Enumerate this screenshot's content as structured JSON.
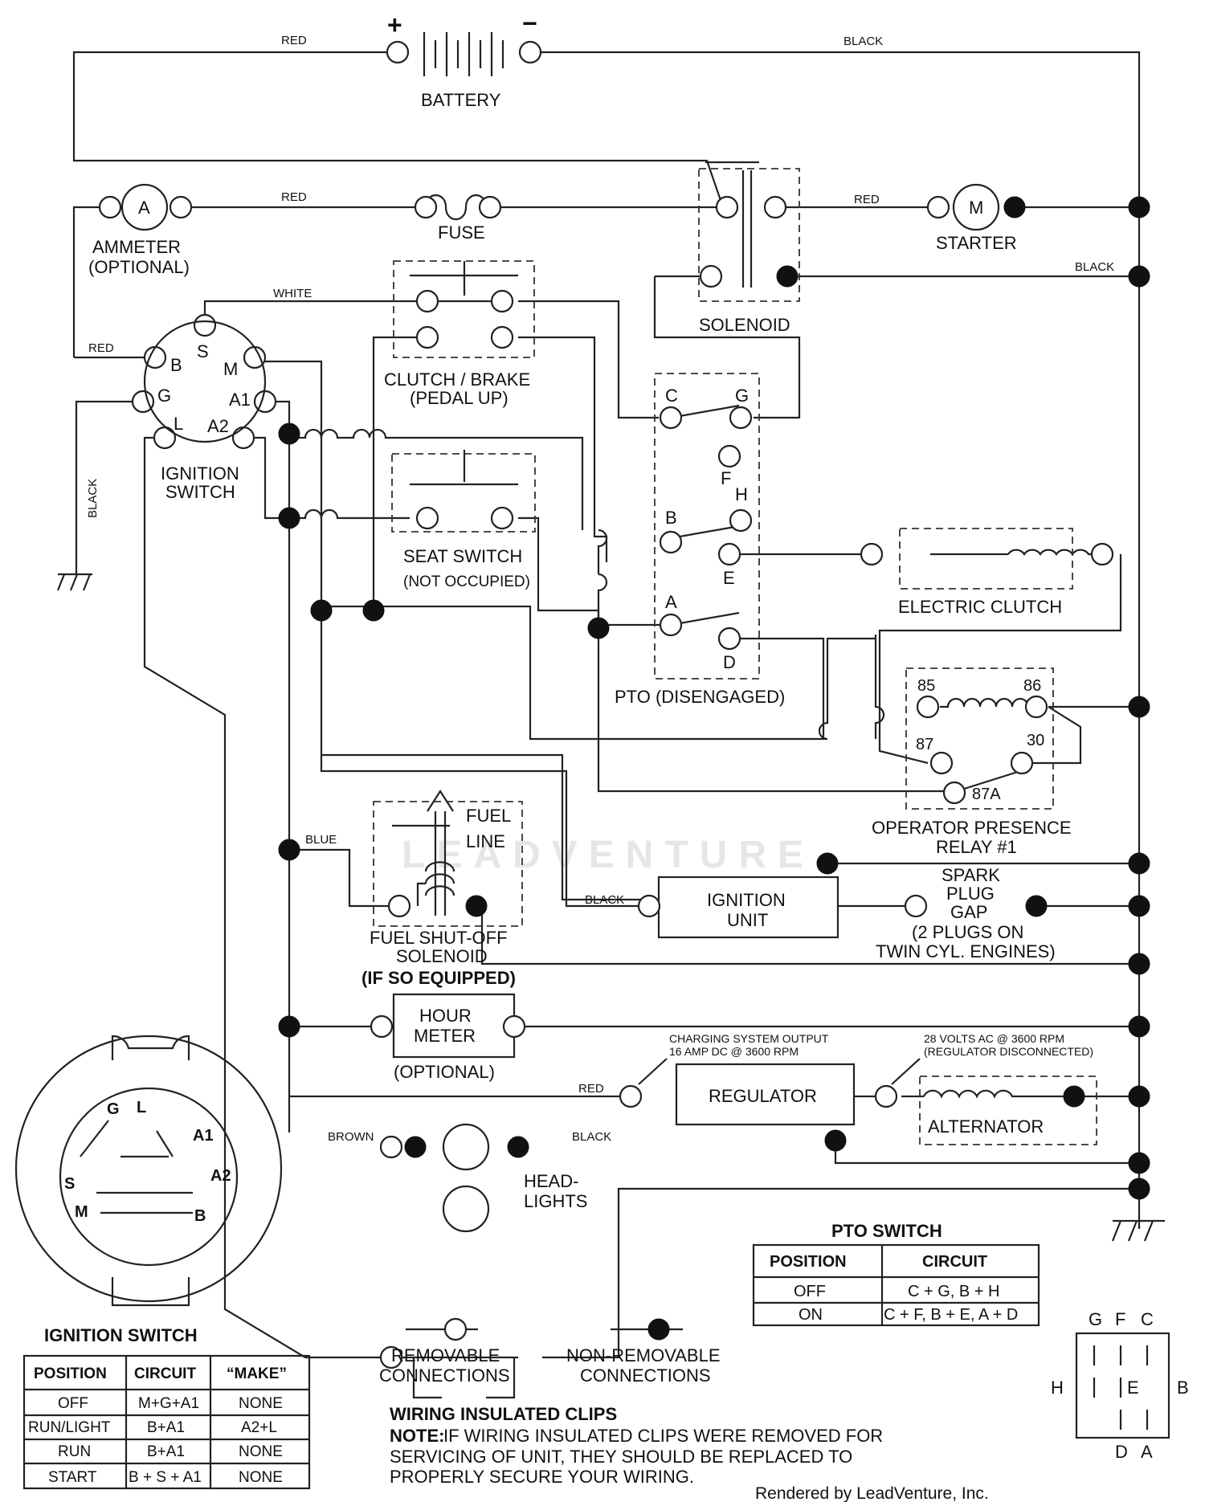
{
  "components": {
    "battery": "BATTERY",
    "battery_plus": "+",
    "battery_minus": "−",
    "ammeter_symbol": "A",
    "ammeter": [
      "AMMETER",
      "(OPTIONAL)"
    ],
    "fuse": "FUSE",
    "starter_symbol": "M",
    "starter": "STARTER",
    "solenoid": "SOLENOID",
    "clutch_brake": [
      "CLUTCH / BRAKE",
      "(PEDAL UP)"
    ],
    "ignition_switch_label": [
      "IGNITION",
      "SWITCH"
    ],
    "ign_terminals": [
      "S",
      "B",
      "M",
      "G",
      "A1",
      "L",
      "A2"
    ],
    "seat_switch": "SEAT SWITCH",
    "seat_switch_sub": "(NOT OCCUPIED)",
    "pto_terminals": [
      "C",
      "G",
      "F",
      "H",
      "B",
      "E",
      "A",
      "D"
    ],
    "pto": "PTO (DISENGAGED)",
    "electric_clutch": "ELECTRIC CLUTCH",
    "relay_terminals": [
      "85",
      "86",
      "87",
      "30",
      "87A"
    ],
    "relay": [
      "OPERATOR PRESENCE",
      "RELAY #1"
    ],
    "fuel_line": [
      "FUEL",
      "LINE"
    ],
    "fuel_solenoid": [
      "FUEL SHUT-OFF",
      "SOLENOID"
    ],
    "fuel_solenoid_note": "(IF SO EQUIPPED)",
    "ignition_unit": [
      "IGNITION",
      "UNIT"
    ],
    "spark_plug": [
      "SPARK",
      "PLUG",
      "GAP",
      "(2 PLUGS ON",
      "TWIN CYL. ENGINES)"
    ],
    "hour_meter": [
      "HOUR",
      "METER"
    ],
    "hour_meter_sub": "(OPTIONAL)",
    "regulator": "REGULATOR",
    "alternator": "ALTERNATOR",
    "charging_note": [
      "CHARGING SYSTEM OUTPUT",
      "16 AMP DC @ 3600 RPM"
    ],
    "ac_note": [
      "28 VOLTS AC @ 3600 RPM",
      "(REGULATOR DISCONNECTED)"
    ],
    "headlights": [
      "HEAD-",
      "LIGHTS"
    ]
  },
  "wires": {
    "red": "RED",
    "black": "BLACK",
    "white": "WHITE",
    "blue": "BLUE",
    "brown": "BROWN"
  },
  "legend": {
    "removable": [
      "REMOVABLE",
      "CONNECTIONS"
    ],
    "non_removable": [
      "NON-REMOVABLE",
      "CONNECTIONS"
    ]
  },
  "clips_note": {
    "title": "WIRING INSULATED CLIPS",
    "note_label": "NOTE:",
    "lines": [
      "IF WIRING INSULATED CLIPS WERE REMOVED FOR",
      "SERVICING OF UNIT, THEY SHOULD BE REPLACED TO",
      "PROPERLY SECURE YOUR WIRING."
    ]
  },
  "pto_table": {
    "title": "PTO SWITCH",
    "headers": [
      "POSITION",
      "CIRCUIT"
    ],
    "rows": [
      [
        "OFF",
        "C + G, B + H"
      ],
      [
        "ON",
        "C + F, B + E, A + D"
      ]
    ]
  },
  "ignition_table": {
    "title": "IGNITION SWITCH",
    "headers": [
      "POSITION",
      "CIRCUIT",
      "“MAKE”"
    ],
    "rows": [
      [
        "OFF",
        "M+G+A1",
        "NONE"
      ],
      [
        "RUN/LIGHT",
        "B+A1",
        "A2+L"
      ],
      [
        "RUN",
        "B+A1",
        "NONE"
      ],
      [
        "START",
        "B + S + A1",
        "NONE"
      ]
    ]
  },
  "ign_face_labels": [
    "G",
    "L",
    "A1",
    "S",
    "A2",
    "M",
    "B"
  ],
  "pto_pin_labels": [
    "G",
    "F",
    "C",
    "H",
    "E",
    "B",
    "D",
    "A"
  ],
  "watermark": "LEADVENTURE",
  "footer": "Rendered by LeadVenture, Inc."
}
